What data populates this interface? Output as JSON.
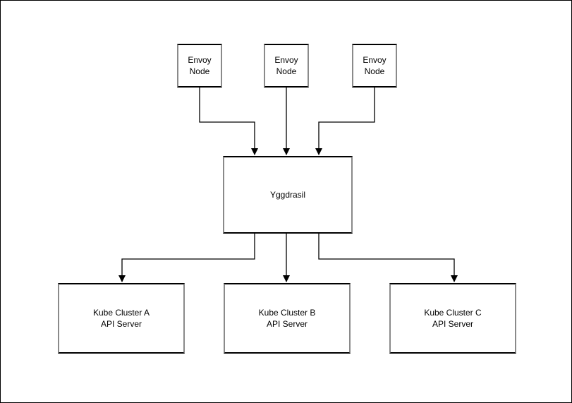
{
  "diagram": {
    "background_color": "#ffffff",
    "line_color": "#000000",
    "border_color": "#000000",
    "nodes": [
      {
        "id": "envoy-node-1",
        "label": "Envoy\nNode"
      },
      {
        "id": "envoy-node-2",
        "label": "Envoy\nNode"
      },
      {
        "id": "envoy-node-3",
        "label": "Envoy\nNode"
      },
      {
        "id": "yggdrasil",
        "label": "Yggdrasil"
      },
      {
        "id": "kube-cluster-a",
        "label": "Kube Cluster A\nAPI Server"
      },
      {
        "id": "kube-cluster-b",
        "label": "Kube Cluster B\nAPI Server"
      },
      {
        "id": "kube-cluster-c",
        "label": "Kube Cluster C\nAPI Server"
      }
    ],
    "edges": [
      {
        "from": "envoy-node-1",
        "to": "yggdrasil",
        "arrow": "down"
      },
      {
        "from": "envoy-node-2",
        "to": "yggdrasil",
        "arrow": "down"
      },
      {
        "from": "envoy-node-3",
        "to": "yggdrasil",
        "arrow": "down"
      },
      {
        "from": "yggdrasil",
        "to": "kube-cluster-a",
        "arrow": "down"
      },
      {
        "from": "yggdrasil",
        "to": "kube-cluster-b",
        "arrow": "down"
      },
      {
        "from": "yggdrasil",
        "to": "kube-cluster-c",
        "arrow": "down"
      }
    ]
  }
}
